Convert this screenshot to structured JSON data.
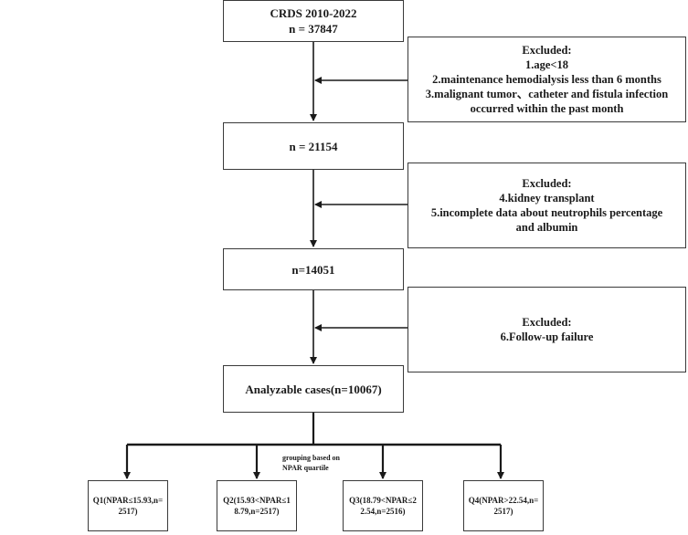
{
  "boxes": {
    "cohort": [
      "CRDS 2010-2022",
      "n = 37847"
    ],
    "step2": [
      "n = 21154"
    ],
    "step3": [
      "n=14051"
    ],
    "analyzable": [
      "Analyzable cases(n=10067)"
    ]
  },
  "exclusions": [
    {
      "lines": [
        "Excluded:",
        "1.age<18",
        "2.maintenance hemodialysis less than 6 months",
        "3.malignant tumor、catheter and fistula infection",
        "occurred within the past month"
      ]
    },
    {
      "lines": [
        "Excluded:",
        "4.kidney transplant",
        "5.incomplete data about  neutrophils percentage",
        "and albumin"
      ]
    },
    {
      "lines": [
        "Excluded:",
        "6.Follow-up failure"
      ]
    }
  ],
  "grouping_note": [
    "grouping based on",
    "NPAR quartile"
  ],
  "quartiles": [
    [
      "Q1(NPAR≤15.93,n=",
      "2517)"
    ],
    [
      "Q2(15.93<NPAR≤1",
      "8.79,n=2517)"
    ],
    [
      "Q3(18.79<NPAR≤2",
      "2.54,n=2516)"
    ],
    [
      "Q4(NPAR>22.54,n=",
      "2517)"
    ]
  ]
}
